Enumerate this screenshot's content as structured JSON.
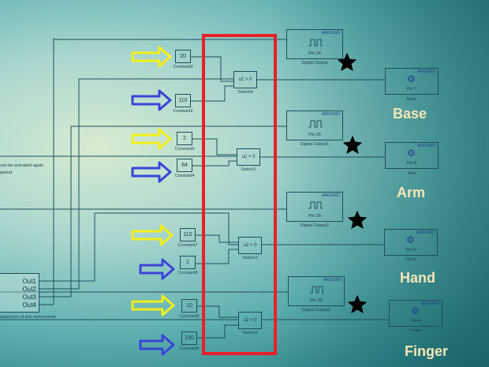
{
  "constants": [
    {
      "name": "Constant3",
      "value": "20"
    },
    {
      "name": "Constant2",
      "value": "110"
    },
    {
      "name": "Constant5",
      "value": "2"
    },
    {
      "name": "Constant4",
      "value": "84"
    },
    {
      "name": "Constant7",
      "value": "115"
    },
    {
      "name": "Constant8",
      "value": "2"
    },
    {
      "name": "Constant9",
      "value": "10"
    },
    {
      "name": "Constant6",
      "value": "150"
    }
  ],
  "switches": [
    {
      "name": "Switch4",
      "cond": "u2 > 0"
    },
    {
      "name": "Switch1",
      "cond": "u2 > 0"
    },
    {
      "name": "Switch2",
      "cond": "u2 > 0"
    },
    {
      "name": "Switch3",
      "cond": "u2 > 0"
    }
  ],
  "digital_outputs": [
    {
      "name": "Digital Output",
      "brand": "ARDUINO",
      "pin": "Pin 24"
    },
    {
      "name": "Digital Output1",
      "brand": "ARDUINO",
      "pin": "Pin 25"
    },
    {
      "name": "Digital Output2",
      "brand": "ARDUINO",
      "pin": "Pin 28"
    },
    {
      "name": "Digital Output3",
      "brand": "ARDUINO",
      "pin": "Pin 30"
    }
  ],
  "servos": [
    {
      "name": "Base",
      "brand": "ARDUINO",
      "pin": "Pin 7"
    },
    {
      "name": "Arm",
      "brand": "ARDUINO",
      "pin": "Pin 6"
    },
    {
      "name": "Hand",
      "brand": "ARDUINO",
      "pin": "Pin 5"
    },
    {
      "name": "Finger",
      "brand": "ARDUINO",
      "pin": "Pin 4"
    }
  ],
  "annotations": {
    "base": "Base",
    "arm": "Arm",
    "hand": "Hand",
    "finger": "Finger"
  },
  "left_block": {
    "ports": [
      "Out1",
      "Out2",
      "Out3",
      "Out4"
    ],
    "caption": "sequence of arm movements"
  },
  "note": {
    "line1": "can be activated again",
    "line2": "period"
  },
  "colors": {
    "highlight": "#e8202a",
    "yellow_arrow": "#f2ee1a",
    "blue_arrow": "#3a44d8",
    "star": "#000000"
  }
}
